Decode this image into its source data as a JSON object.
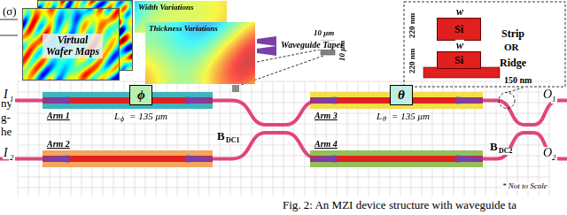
{
  "diagram": {
    "caption": "Fig. 2: An MZI device structure with waveguide ta",
    "nodes": [
      {
        "text": [
          "Virtual Wafer Maps"
        ]
      },
      {
        "text": [
          "Width Variations"
        ]
      },
      {
        "text": [
          "Thickness Variations"
        ]
      },
      {
        "text": [
          "Strip",
          "OR",
          "Ridge"
        ]
      },
      {
        "text": [
          "Si"
        ],
        "in": 3
      },
      {
        "text": [
          "Si"
        ],
        "in": 3
      },
      {
        "text": [
          "ϕ"
        ]
      },
      {
        "text": [
          "θ"
        ]
      }
    ],
    "labels": [
      "(σ)",
      "ny",
      "g-",
      "he",
      "Waveguide Taper",
      "w",
      "220 nm",
      "220 nm",
      "w",
      "150 nm",
      "10 μm",
      "10 μm",
      "I",
      "1",
      "I",
      "2",
      "Arm 1",
      "L",
      "ϕ",
      "= 135 μm",
      "Arm 2",
      "B",
      "DC1",
      "Arm 3",
      "L",
      "θ",
      "= 135 μm",
      "Arm 4",
      "B",
      "DC2",
      "O",
      "1",
      "O",
      "2",
      "* Not to Scale"
    ]
  }
}
